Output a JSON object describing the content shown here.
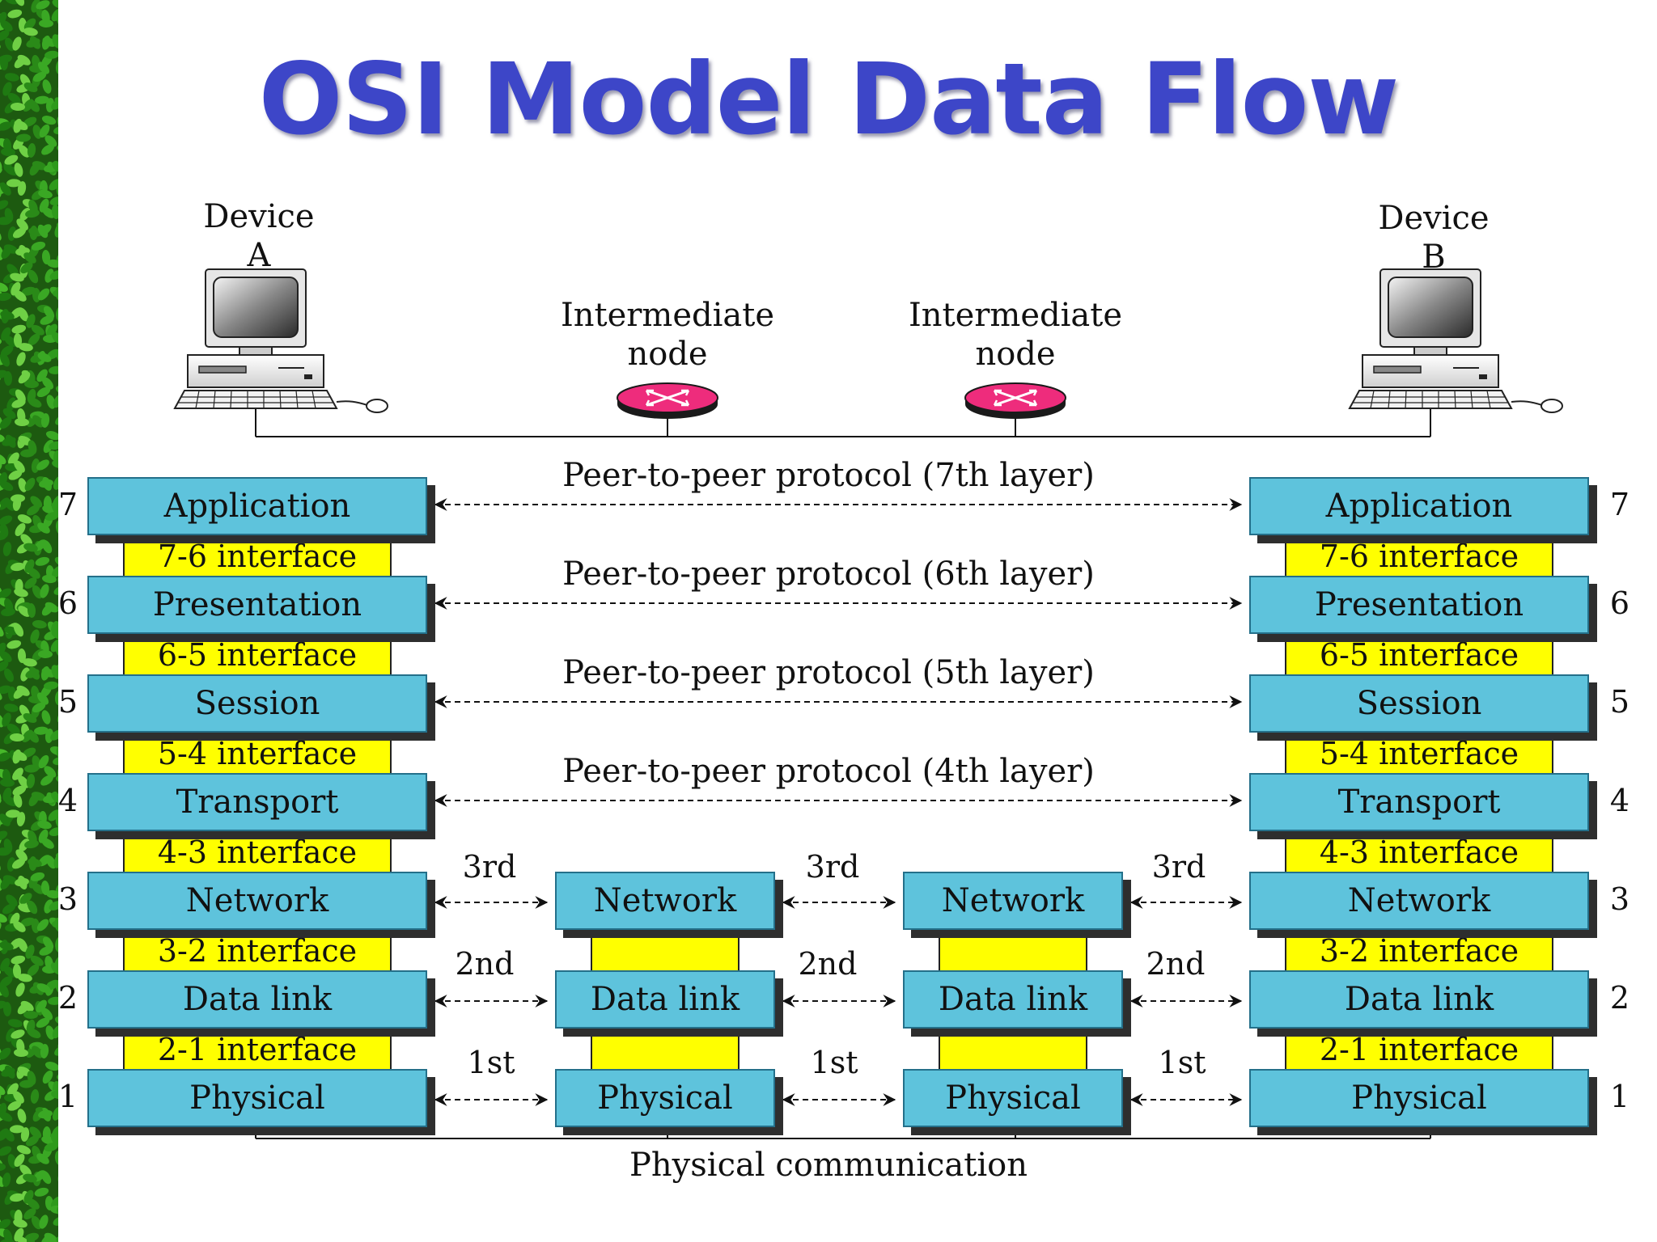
{
  "title": "OSI Model Data Flow",
  "device_a": {
    "line1": "Device",
    "line2": "A"
  },
  "device_b": {
    "line1": "Device",
    "line2": "B"
  },
  "node_1": {
    "line1": "Intermediate",
    "line2": "node"
  },
  "node_2": {
    "line1": "Intermediate",
    "line2": "node"
  },
  "layers": [
    {
      "num": "7",
      "name": "Application",
      "interface": "7-6 interface",
      "peer": "Peer-to-peer protocol (7th layer)"
    },
    {
      "num": "6",
      "name": "Presentation",
      "interface": "6-5 interface",
      "peer": "Peer-to-peer protocol (6th layer)"
    },
    {
      "num": "5",
      "name": "Session",
      "interface": "5-4 interface",
      "peer": "Peer-to-peer protocol (5th layer)"
    },
    {
      "num": "4",
      "name": "Transport",
      "interface": "4-3 interface",
      "peer": "Peer-to-peer protocol (4th layer)"
    },
    {
      "num": "3",
      "name": "Network",
      "interface": "3-2 interface",
      "hop": "3rd"
    },
    {
      "num": "2",
      "name": "Data link",
      "interface": "2-1 interface",
      "hop": "2nd"
    },
    {
      "num": "1",
      "name": "Physical",
      "hop": "1st"
    }
  ],
  "physical_communication": "Physical communication",
  "colors": {
    "title": "#3d46c8",
    "layer_box": "#5ec3dc",
    "interface_box": "#ffff00",
    "router": "#ee2c7c",
    "leaves": "#2e9a1c"
  },
  "icons": {
    "device": "computer-icon",
    "router": "router-icon"
  }
}
